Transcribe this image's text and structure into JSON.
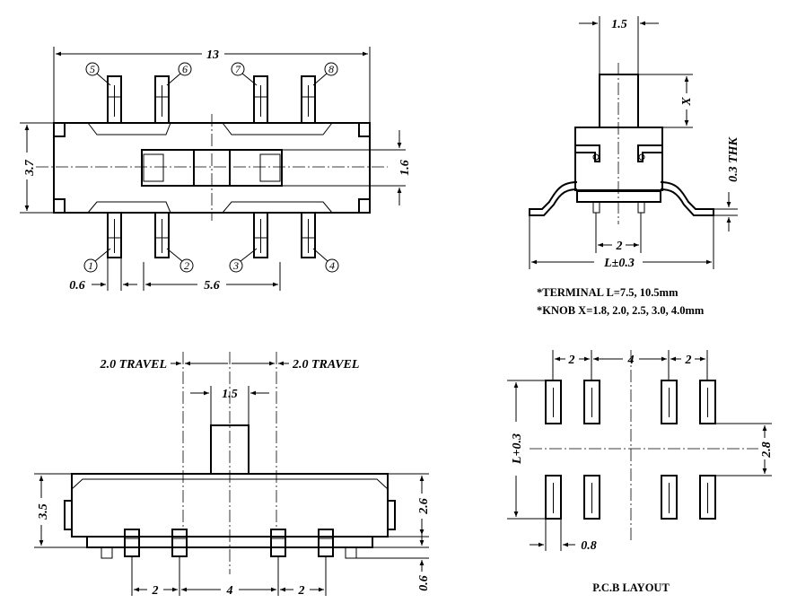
{
  "top_view": {
    "dim_width": "13",
    "dim_height": "3.7",
    "dim_slot": "1.6",
    "dim_pin_width": "0.6",
    "dim_pin_span": "5.6",
    "pins_top": [
      "5",
      "6",
      "7",
      "8"
    ],
    "pins_bottom": [
      "1",
      "2",
      "3",
      "4"
    ]
  },
  "side_view": {
    "dim_knob_width": "1.5",
    "dim_knob_height": "X",
    "dim_thickness": "0.3 THK",
    "dim_pitch": "2",
    "dim_length": "L±0.3"
  },
  "notes": {
    "terminal": "*TERMINAL L=7.5, 10.5mm",
    "knob": "*KNOB X=1.8, 2.0, 2.5, 3.0, 4.0mm"
  },
  "front_view": {
    "travel_left": "2.0 TRAVEL",
    "travel_right": "2.0 TRAVEL",
    "dim_knob": "1.5",
    "dim_height": "3.5",
    "dim_body": "2.6",
    "dim_pitch_left": "2",
    "dim_pitch_mid": "4",
    "dim_pitch_right": "2",
    "dim_foot": "0.6"
  },
  "pcb_layout": {
    "dim_pitch_left": "2",
    "dim_pitch_mid": "4",
    "dim_pitch_right": "2",
    "dim_length": "L+0.3",
    "dim_row": "2.8",
    "dim_pad": "0.8",
    "title": "P.C.B LAYOUT"
  }
}
